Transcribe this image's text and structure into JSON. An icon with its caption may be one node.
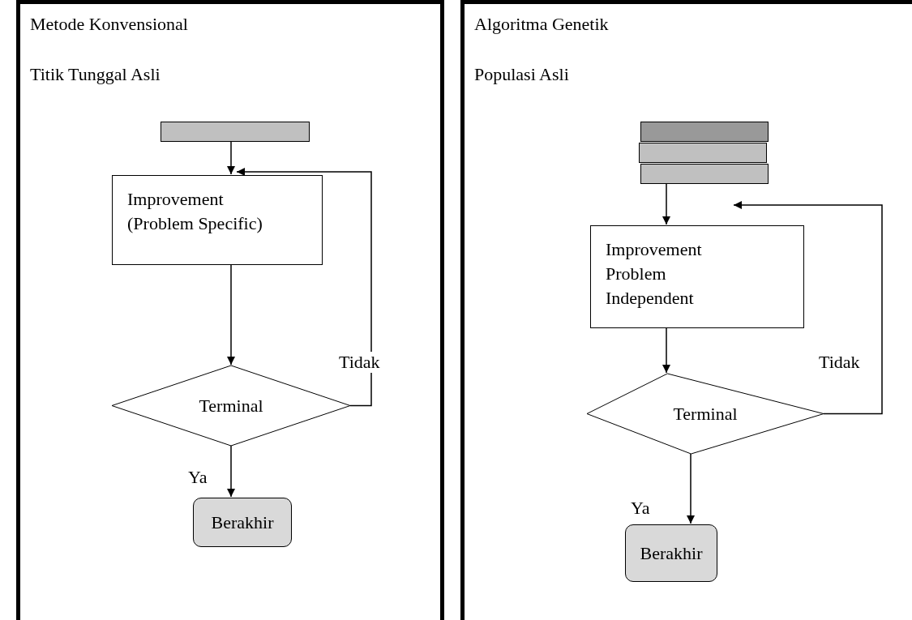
{
  "diagram": {
    "nodes": [
      {
        "text": [
          "Metode Konvensional",
          "Titik Tunggal Asli"
        ]
      },
      {
        "text": [],
        "shape": "bar",
        "in": 0
      },
      {
        "text": [
          "Improvement (Problem Specific)"
        ],
        "in": 0
      },
      {
        "text": [
          "Terminal"
        ],
        "in": 0
      },
      {
        "text": [
          "Berakhir"
        ],
        "in": 0
      },
      {
        "text": [
          "Algoritma Genetik",
          "Populasi Asli"
        ]
      },
      {
        "text": [],
        "shape": "bar",
        "in": 5
      },
      {
        "text": [],
        "shape": "bar",
        "in": 5
      },
      {
        "text": [],
        "shape": "bar",
        "in": 5
      },
      {
        "text": [
          "Improvement Problem Independent"
        ],
        "in": 5
      },
      {
        "text": [
          "Terminal"
        ],
        "in": 5
      },
      {
        "text": [
          "Berakhir"
        ],
        "in": 5
      }
    ],
    "edges": [
      {
        "from": 1,
        "to": 2,
        "arrow": "to"
      },
      {
        "from": 2,
        "to": 3,
        "arrow": "to"
      },
      {
        "from": 3,
        "to": 2,
        "arrow": "to",
        "label": "Tidak"
      },
      {
        "from": 3,
        "to": 4,
        "arrow": "to",
        "label": "Ya"
      },
      {
        "from": 8,
        "to": 9,
        "arrow": "to"
      },
      {
        "from": 9,
        "to": 10,
        "arrow": "to"
      },
      {
        "from": 10,
        "to": 9,
        "arrow": "to",
        "label": "Tidak"
      },
      {
        "from": 10,
        "to": 11,
        "arrow": "to",
        "label": "Ya"
      }
    ]
  }
}
